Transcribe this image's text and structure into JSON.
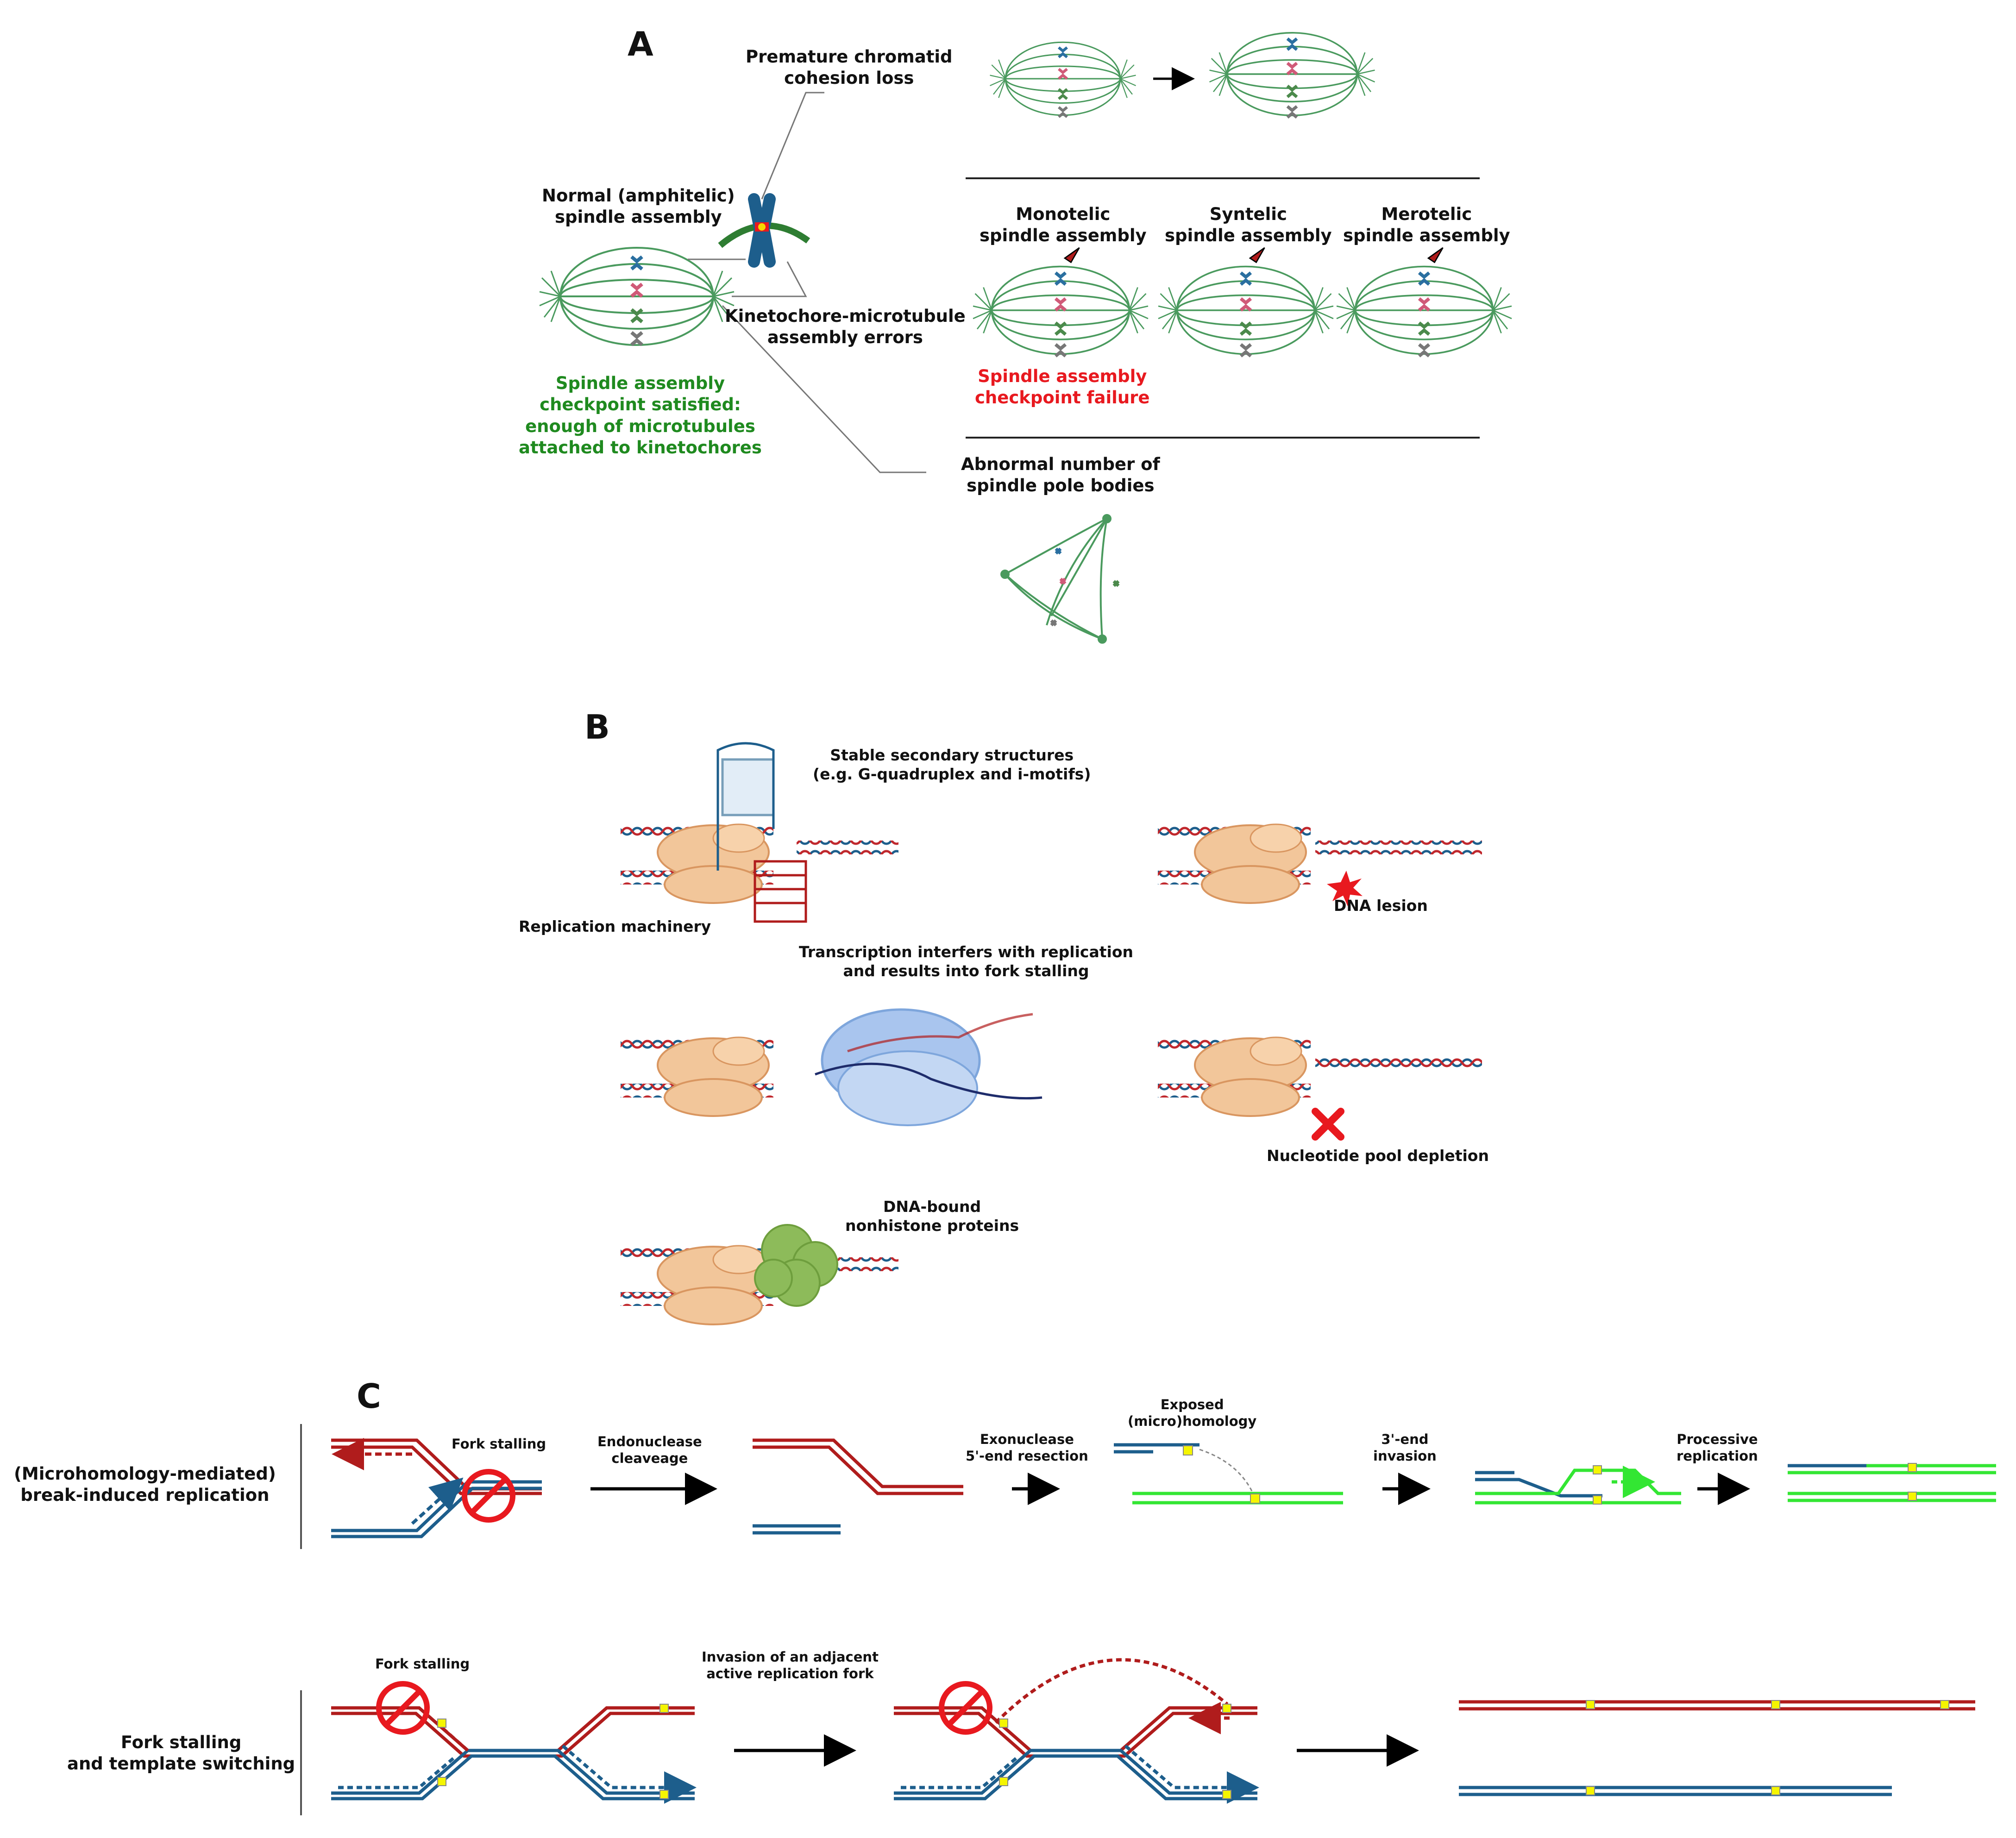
{
  "panel_a": {
    "label": "A",
    "premature": "Premature chromatid\ncohesion loss",
    "normal": "Normal (amphitelic)\nspindle assembly",
    "kinetochore_errors": "Kinetochore-microtubule\nassembly errors",
    "monotelic": "Monotelic\nspindle assembly",
    "syntelic": "Syntelic\nspindle assembly",
    "merotelic": "Merotelic\nspindle assembly",
    "checkpoint_satisfied": "Spindle assembly\ncheckpoint satisfied:\nenough of microtubules\nattached to kinetochores",
    "checkpoint_failure": "Spindle assembly\ncheckpoint failure",
    "abnormal_poles": "Abnormal number of\nspindle pole bodies"
  },
  "panel_b": {
    "label": "B",
    "secondary_structures": "Stable secondary structures\n(e.g. G-quadruplex and i-motifs)",
    "replication_machinery": "Replication machinery",
    "dna_lesion": "DNA lesion",
    "transcription": "Transcription interfers with replication\nand results into fork stalling",
    "nucleotide_depletion": "Nucleotide pool depletion",
    "nonhistone": "DNA-bound\nnonhistone proteins"
  },
  "panel_c": {
    "label": "C",
    "bir_title": "(Microhomology-mediated)\nbreak-induced replication",
    "fork_stalling_1": "Fork stalling",
    "endonuclease": "Endonuclease\ncleaveage",
    "exonuclease": "Exonuclease\n5'-end resection",
    "exposed": "Exposed\n(micro)homology",
    "invasion_3": "3'-end\ninvasion",
    "processive": "Processive\nreplication",
    "fost_title": "Fork stalling\nand template switching",
    "fork_stalling_2": "Fork stalling",
    "adjacent": "Invasion of an adjacent\nactive replication fork"
  },
  "colors": {
    "spindle_green": "#4a9a5e",
    "dna_red": "#b01c1c",
    "dna_blue": "#1d5e8c",
    "template_green": "#33e633",
    "protein_tan": "#f2c69a",
    "polymerase_blue": "#a9c5ee",
    "homology_yellow": "#f5f500",
    "stop_red": "#e8191f"
  }
}
